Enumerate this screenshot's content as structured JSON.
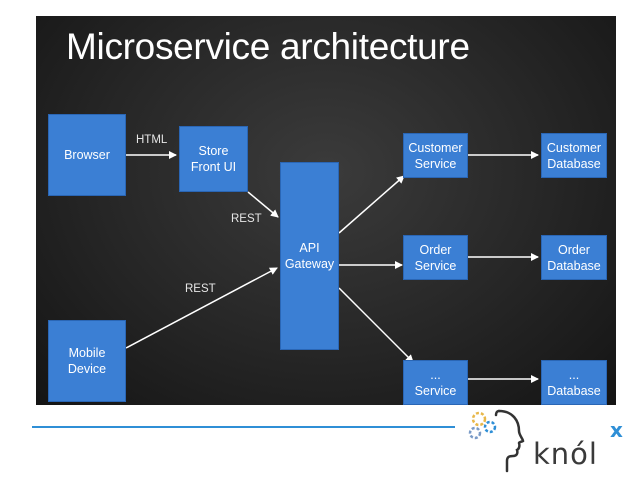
{
  "slide": {
    "title": "Microservice architecture"
  },
  "nodes": {
    "browser": "Browser",
    "store_front": "Store\nFront UI",
    "mobile": "Mobile\nDevice",
    "gateway": "API\nGateway",
    "customer_service": "Customer\nService",
    "order_service": "Order\nService",
    "other_service": "...\nService",
    "customer_db": "Customer\nDatabase",
    "order_db": "Order\nDatabase",
    "other_db": "...\nDatabase"
  },
  "edges": {
    "html": "HTML",
    "rest_store": "REST",
    "rest_mobile": "REST"
  },
  "colors": {
    "box_fill": "#3b7fd4",
    "arrow": "#ffffff",
    "footer_line": "#2f8fd6"
  },
  "footer": {
    "logo_text": "knól",
    "logo_superscript": "x"
  }
}
